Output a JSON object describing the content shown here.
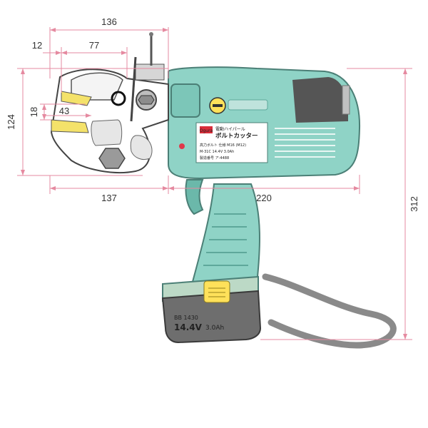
{
  "dimensions": {
    "overall_length": "136",
    "blade_offset": "12",
    "blade_span": "77",
    "head_height": "124",
    "cut_capacity": "18",
    "jaw_depth": "43",
    "head_length": "137",
    "body_length": "220",
    "total_height": "312"
  },
  "product": {
    "label_line1": "電動ハイパール",
    "label_line2": "ボルトカッター",
    "spec_line1": "高力ボルト 仕様 M16 (M12)",
    "spec_line2": "M-31C 14.4V 3.0Ah",
    "spec_line3": "製造番号 ア-4488",
    "brand_badge": "Ogura",
    "battery_model": "BB 1430",
    "battery_voltage": "14.4V",
    "battery_capacity": "3.0Ah"
  },
  "colors": {
    "dimension_line": "#e58aa0",
    "body": "#8fd3c6",
    "body_dark": "#5ea89b",
    "battery": "#6e6e6e",
    "battery_latch": "#ffe15a",
    "strap": "#8a8a8a",
    "blade": "#f4e26a"
  }
}
